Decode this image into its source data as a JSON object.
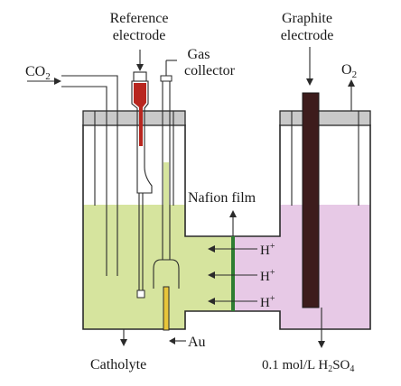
{
  "labels": {
    "reference_line1": "Reference",
    "reference_line2": "electrode",
    "graphite_line1": "Graphite",
    "graphite_line2": "electrode",
    "gas_line1": "Gas",
    "gas_line2": "collector",
    "co2_main": "CO",
    "co2_sub": "2",
    "o2_main": "O",
    "o2_sub": "2",
    "nafion": "Nafion film",
    "proton_main": "H",
    "proton_sup": "+",
    "au": "Au",
    "catholyte": "Catholyte",
    "anolyte_prefix": "0.1 mol/L H",
    "anolyte_sub1": "2",
    "anolyte_mid": "SO",
    "anolyte_sub2": "4"
  },
  "colors": {
    "catholyte": "#d6e49e",
    "anolyte": "#e7c9e6",
    "reference_fill": "#b8261f",
    "graphite": "#3d1c1c",
    "membrane": "#2e7d32",
    "cap": "#c9c9c9",
    "gold": "#e8c53a"
  }
}
